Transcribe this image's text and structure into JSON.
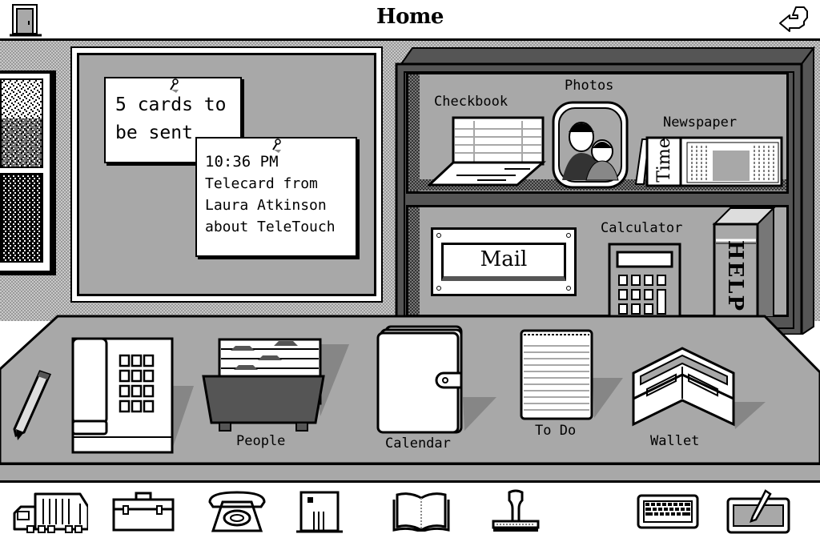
{
  "window": {
    "title": "Home",
    "door_icon": "door-icon",
    "return_icon": "return-arrow-icon"
  },
  "corkboard": {
    "notes": [
      {
        "text_lines": [
          "5 cards to",
          "be sent"
        ]
      },
      {
        "text_lines": [
          "10:36 PM",
          "Telecard from",
          "Laura Atkinson",
          "about TeleTouch"
        ]
      }
    ]
  },
  "bookshelf": {
    "top_shelf": [
      {
        "label": "Checkbook",
        "icon": "checkbook-icon"
      },
      {
        "label": "Photos",
        "icon": "photo-frame-icon"
      },
      {
        "label": "Newspaper",
        "icon": "newspaper-icon",
        "masthead": "Time"
      }
    ],
    "bottom_shelf": [
      {
        "label": "Mail",
        "icon": "mailbox-slot-icon"
      },
      {
        "label": "Calculator",
        "icon": "calculator-icon"
      },
      {
        "label": "HELP",
        "icon": "help-book-icon"
      }
    ]
  },
  "desk": {
    "items": [
      {
        "label": "",
        "icon": "pencil-icon"
      },
      {
        "label": "",
        "icon": "telephone-icon"
      },
      {
        "label": "People",
        "icon": "card-file-icon"
      },
      {
        "label": "Calendar",
        "icon": "calendar-binder-icon"
      },
      {
        "label": "To Do",
        "icon": "notepad-icon"
      },
      {
        "label": "Wallet",
        "icon": "wallet-icon"
      }
    ]
  },
  "dock": {
    "items": [
      {
        "icon": "truck-icon"
      },
      {
        "icon": "toolbox-icon"
      },
      {
        "icon": "rotary-phone-icon"
      },
      {
        "icon": "building-icon"
      },
      {
        "icon": "open-book-icon"
      },
      {
        "icon": "rubber-stamp-icon"
      },
      {
        "icon": "keyboard-icon"
      },
      {
        "icon": "pen-tablet-icon"
      }
    ]
  },
  "colors": {
    "background": "#ffffff",
    "panel_gray": "#a8a8a8",
    "shelf_dark": "#555555",
    "ink": "#000000"
  }
}
